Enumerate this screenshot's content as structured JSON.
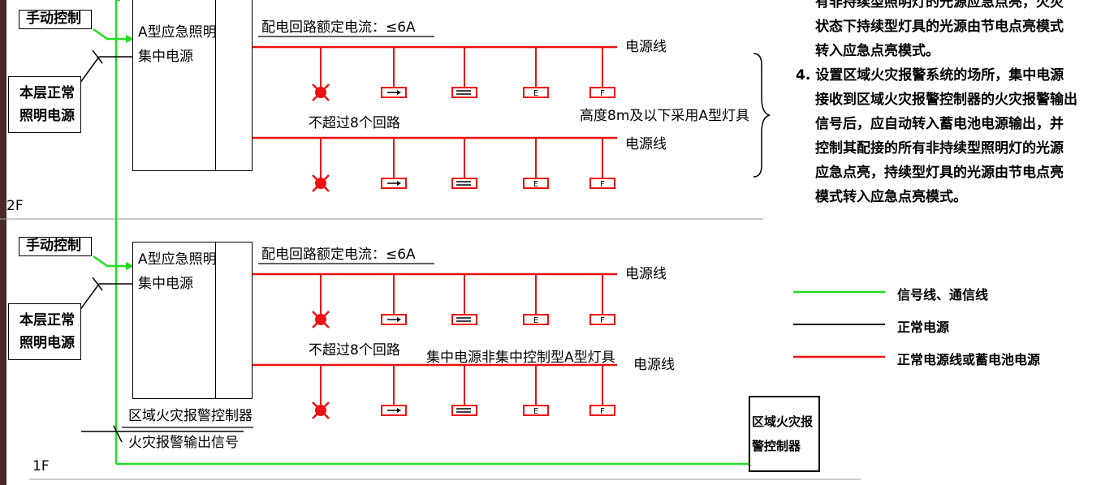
{
  "floors": [
    {
      "label": "2F",
      "manual_control": "手动控制",
      "unit_title": "A型应急照明集中电源",
      "unit_line1": "A型应急照明",
      "unit_line2": "集中电源",
      "normal_power_line1": "本层正常",
      "normal_power_line2": "照明电源",
      "rated_current": "配电回路额定电流：≤6A",
      "circuit_limit": "不超过8个回路",
      "power_line_top": "电源线",
      "power_line_bottom": "电源线",
      "fixture_note": "高度8m及以下采用A型灯具"
    },
    {
      "label": "1F",
      "manual_control": "手动控制",
      "unit_line1": "A型应急照明",
      "unit_line2": "集中电源",
      "normal_power_line1": "本层正常",
      "normal_power_line2": "照明电源",
      "rated_current": "配电回路额定电流：≤6A",
      "circuit_limit": "不超过8个回路",
      "power_line_top": "电源线",
      "power_line_bottom": "电源线",
      "fixture_note": "集中电源非集中控制型A型灯具",
      "fire_controller_label": "区域火灾报警控制器",
      "fire_output_label": "火灾报警输出信号",
      "fire_controller_box_line1": "区域火灾报",
      "fire_controller_box_line2": "警控制器"
    }
  ],
  "fixture_labels": {
    "exit_e": "E",
    "exit_f": "F"
  },
  "notes": {
    "item3_tail_line1": "有非持续型照明灯的光源应急点亮，火灾",
    "item3_tail_line2": "状态下持续型灯具的光源由节电点亮模式",
    "item3_tail_line3": "转入应急点亮模式。",
    "item4_line1": "4.  设置区域火灾报警系统的场所，集中电源",
    "item4_line2": "接收到区域火灾报警控制器的火灾报警输出",
    "item4_line3": "信号后，应自动转入蓄电池电源输出，并",
    "item4_line4": "控制其配接的所有非持续型照明灯的光源",
    "item4_line5": "应急点亮，持续型灯具的光源由节电点亮",
    "item4_line6": "模式转入应急点亮模式。"
  },
  "legend": [
    {
      "label": "信号线、通信线",
      "color": "#22dd22"
    },
    {
      "label": "正常电源",
      "color": "#000000"
    },
    {
      "label": "正常电源线或蓄电池电源",
      "color": "#ee1111"
    }
  ],
  "colors": {
    "signal": "#22dd22",
    "power": "#ee1111",
    "normal": "#000000"
  }
}
